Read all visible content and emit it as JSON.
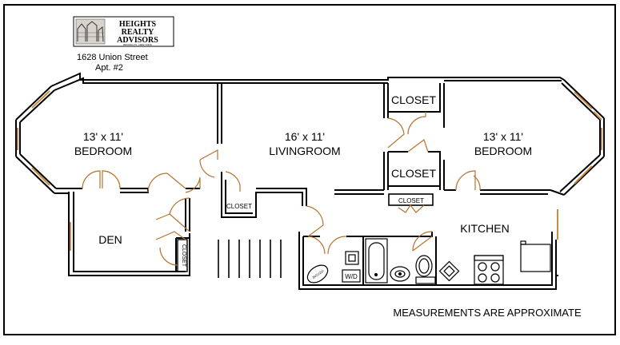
{
  "logo": {
    "line1": "HEIGHTS",
    "line2": "REALTY",
    "line3": "ADVISORS",
    "tagline": "BROOKLYN · NEW YORK"
  },
  "address": {
    "street": "1628 Union Street",
    "unit": "Apt. #2"
  },
  "rooms": {
    "bedroom_left": {
      "size": "13' x 11'",
      "name": "BEDROOM"
    },
    "livingroom": {
      "size": "16' x 11'",
      "name": "LIVINGROOM"
    },
    "bedroom_right": {
      "size": "13' x 11'",
      "name": "BEDROOM"
    },
    "den": "DEN",
    "kitchen": "KITCHEN",
    "closet_top": "CLOSET",
    "closet_mid": "CLOSET",
    "closet_small": "CLOSET",
    "closet_living": "CLOSET",
    "closet_den": "CLOSET"
  },
  "fixtures": {
    "washer_dryer": "W/D",
    "jacuzzi": "JACUZZI"
  },
  "note": "MEASUREMENTS ARE APPROXIMATE",
  "colors": {
    "wall": "#000000",
    "door": "#b8732e",
    "window": "#c98b40"
  }
}
